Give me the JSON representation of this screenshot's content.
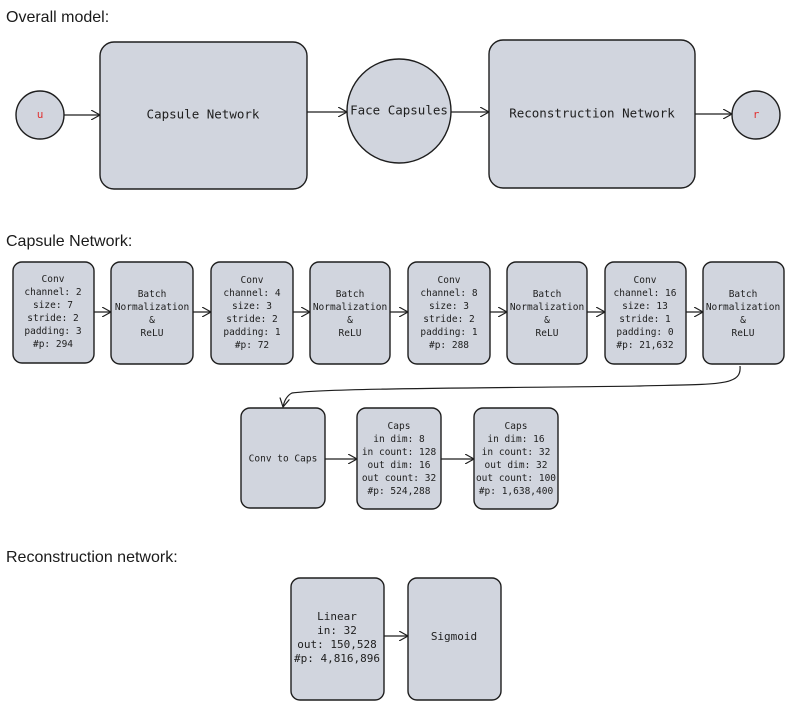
{
  "titles": {
    "overall": "Overall model:",
    "capsule": "Capsule Network:",
    "reconstruction": "Reconstruction network:"
  },
  "overall": {
    "input": "u",
    "capsule_network": "Capsule Network",
    "face_capsules": "Face Capsules",
    "reconstruction_network": "Reconstruction Network",
    "output": "r"
  },
  "capsule": {
    "conv1": [
      "Conv",
      "channel: 2",
      "size: 7",
      "stride: 2",
      "padding: 3",
      "#p: 294"
    ],
    "bn1": [
      "Batch",
      "Normalization",
      "&",
      "ReLU"
    ],
    "conv2": [
      "Conv",
      "channel: 4",
      "size: 3",
      "stride: 2",
      "padding: 1",
      "#p: 72"
    ],
    "bn2": [
      "Batch",
      "Normalization",
      "&",
      "ReLU"
    ],
    "conv3": [
      "Conv",
      "channel: 8",
      "size: 3",
      "stride: 2",
      "padding: 1",
      "#p: 288"
    ],
    "bn3": [
      "Batch",
      "Normalization",
      "&",
      "ReLU"
    ],
    "conv4": [
      "Conv",
      "channel: 16",
      "size: 13",
      "stride: 1",
      "padding: 0",
      "#p: 21,632"
    ],
    "bn4": [
      "Batch",
      "Normalization",
      "&",
      "ReLU"
    ],
    "conv_to_caps": [
      "Conv to Caps"
    ],
    "caps1": [
      "Caps",
      "in dim: 8",
      "in count: 128",
      "out dim: 16",
      "out count: 32",
      "#p: 524,288"
    ],
    "caps2": [
      "Caps",
      "in dim: 16",
      "in count: 32",
      "out dim: 32",
      "out count: 100",
      "#p: 1,638,400"
    ]
  },
  "reconstruction": {
    "linear": [
      "Linear",
      "in: 32",
      "out: 150,528",
      "#p: 4,816,896"
    ],
    "sigmoid": [
      "Sigmoid"
    ]
  }
}
